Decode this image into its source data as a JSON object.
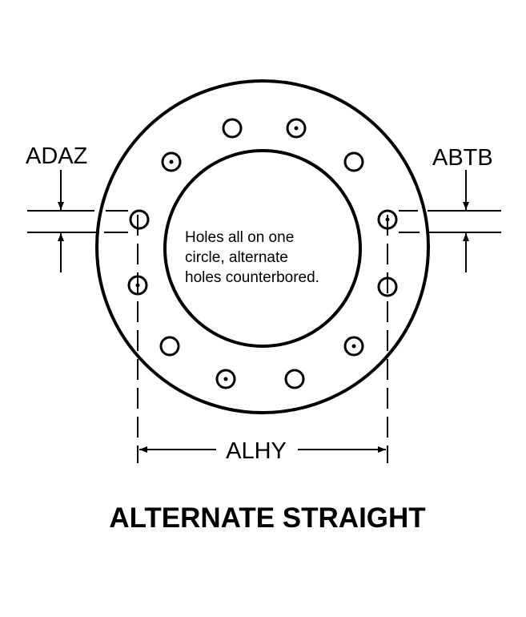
{
  "diagram": {
    "labels": {
      "adaz": "ADAZ",
      "abtb": "ABTB",
      "alhy": "ALHY"
    },
    "note": {
      "line1": "Holes all on one",
      "line2": "circle, alternate",
      "line3": "holes counterbored."
    },
    "title": "ALTERNATE STRAIGHT",
    "colors": {
      "ink": "#000000",
      "background": "#ffffff"
    }
  }
}
